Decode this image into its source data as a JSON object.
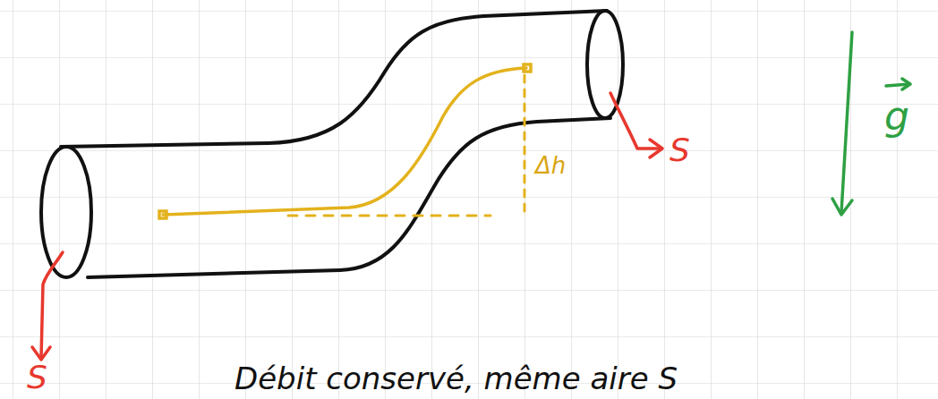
{
  "diagram": {
    "labels": [
      "S",
      "S",
      "Δh",
      "g",
      "Débit conservé, même aire S"
    ]
  }
}
